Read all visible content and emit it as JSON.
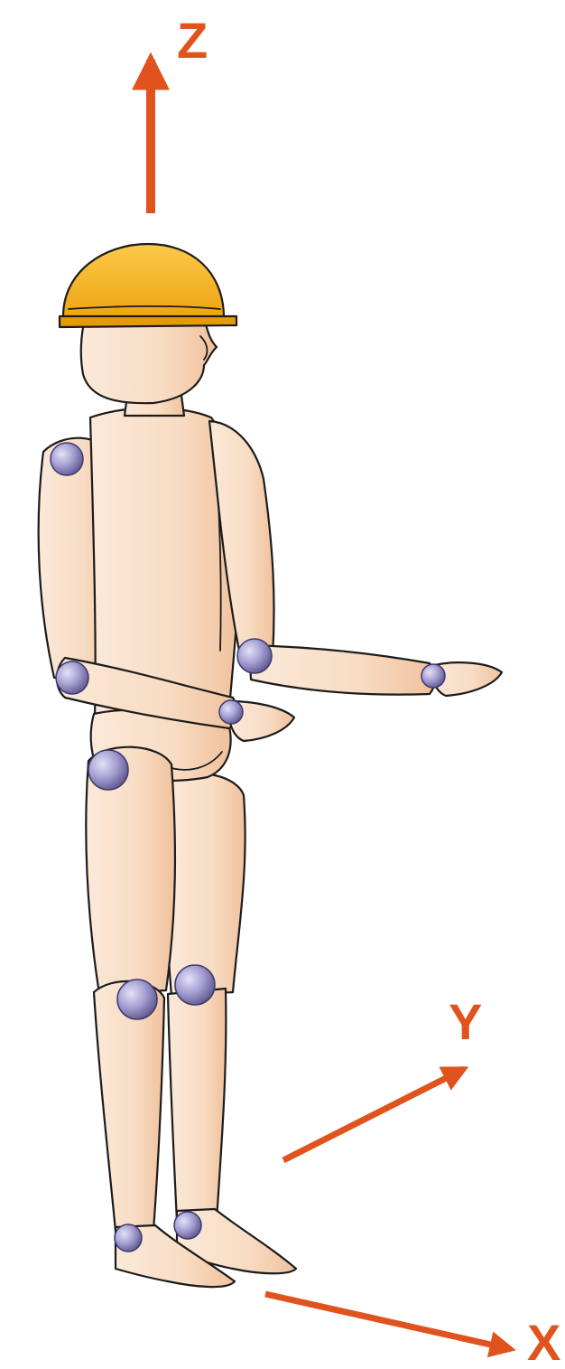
{
  "axes": {
    "z": {
      "label": "Z"
    },
    "y": {
      "label": "Y"
    },
    "x": {
      "label": "X"
    }
  },
  "colors": {
    "axis": "#e0531e",
    "skin_light": "#fbe6d4",
    "skin_dark": "#f2c7a4",
    "helmet": "#f6b21a",
    "helmet_dark": "#d58a05",
    "joint": "#9a94c8",
    "joint_dark": "#5e5890",
    "outline": "#1c1c1c"
  },
  "figure": {
    "subject": "mannequin-worker",
    "joint_markers": [
      "left-shoulder",
      "right-elbow",
      "left-elbow",
      "right-wrist",
      "left-wrist",
      "hip",
      "left-knee",
      "right-knee",
      "left-ankle",
      "right-ankle"
    ]
  }
}
